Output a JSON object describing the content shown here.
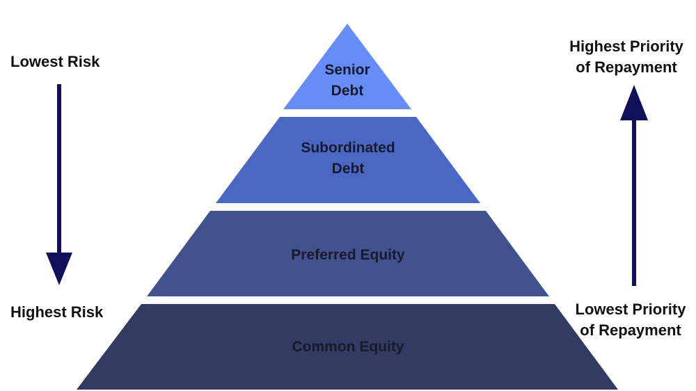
{
  "left_axis": {
    "top_label": "Lowest Risk",
    "bottom_label": "Highest Risk",
    "arrow_direction": "down"
  },
  "right_axis": {
    "top_label_line1": "Highest Priority",
    "top_label_line2": "of Repayment",
    "bottom_label_line1": "Lowest Priority",
    "bottom_label_line2": "of Repayment",
    "arrow_direction": "up"
  },
  "tiers": [
    {
      "line1": "Senior",
      "line2": "Debt",
      "color": "#658cf7"
    },
    {
      "line1": "Subordinated",
      "line2": "Debt",
      "color": "#4a67c4"
    },
    {
      "line1": "Preferred Equity",
      "line2": "",
      "color": "#42528f"
    },
    {
      "line1": "Common Equity",
      "line2": "",
      "color": "#323b61"
    }
  ],
  "arrow_color": "#10105a"
}
